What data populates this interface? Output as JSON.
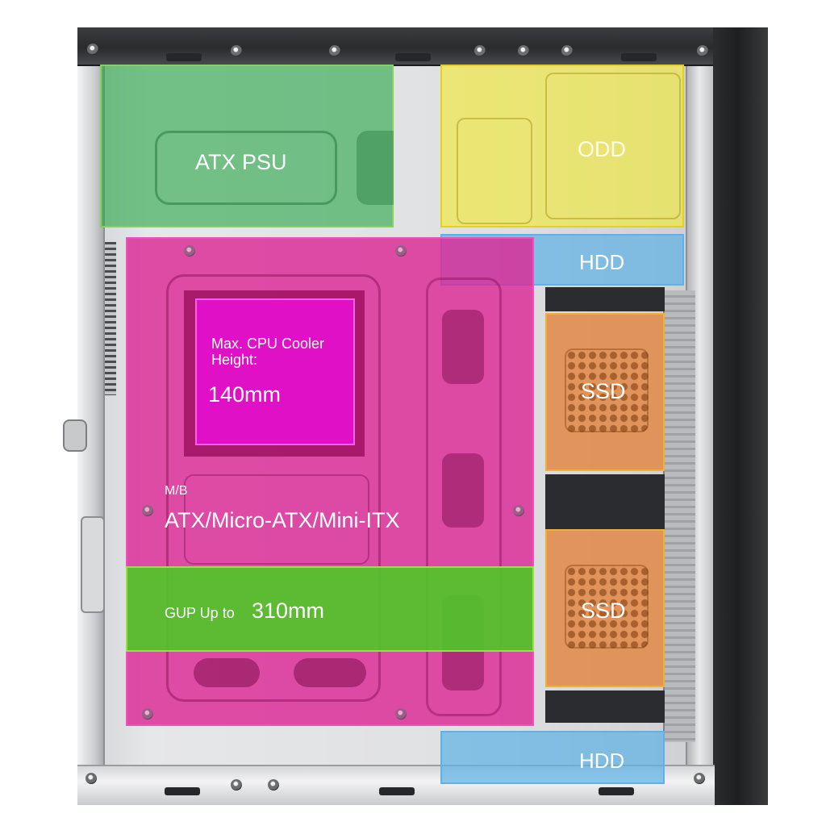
{
  "zones": {
    "psu": {
      "label": "ATX PSU",
      "color": "#2ca84a"
    },
    "odd": {
      "label": "ODD",
      "color": "#f0e846"
    },
    "hdd_top": {
      "label": "HDD",
      "color": "#60b2e4"
    },
    "hdd_bottom": {
      "label": "HDD",
      "color": "#60b2e4"
    },
    "ssd_upper": {
      "label": "SSD",
      "color": "#e28846"
    },
    "ssd_lower": {
      "label": "SSD",
      "color": "#e28846"
    },
    "cpu_cooler": {
      "label": "Max. CPU Cooler Height:",
      "value": "140mm",
      "color": "#df10c6"
    },
    "motherboard": {
      "label": "M/B",
      "value": "ATX/Micro-ATX/Mini-ITX",
      "color": "#dc2896"
    },
    "gpu": {
      "label": "GUP Up to",
      "value": "310mm",
      "color": "#50c428"
    }
  }
}
